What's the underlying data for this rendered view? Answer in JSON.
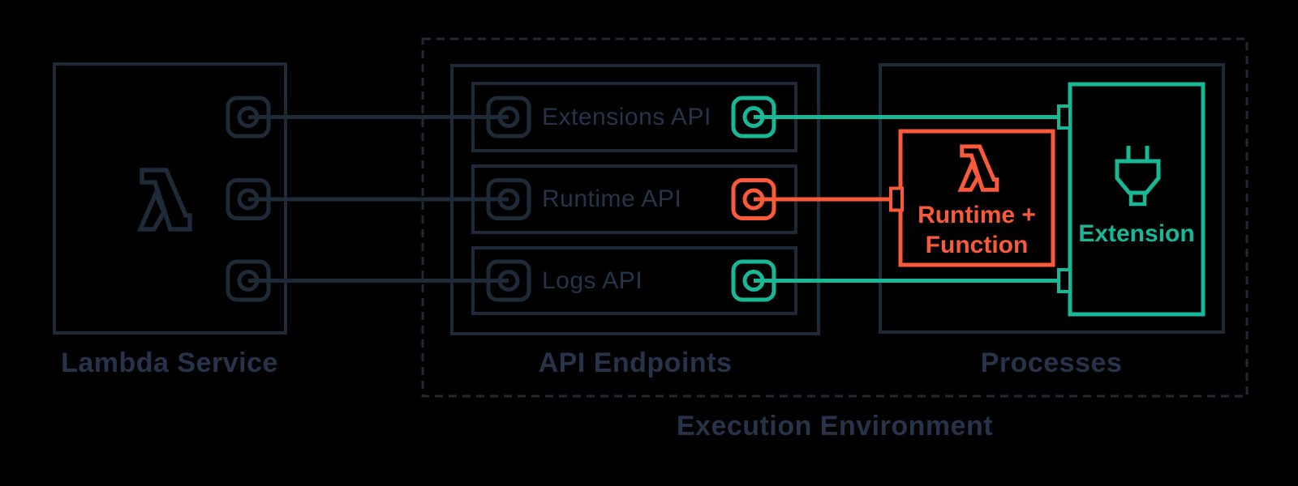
{
  "colors": {
    "background": "#000000",
    "line": "#1F2A39",
    "text": "#263349",
    "teal": "#18B897",
    "orange": "#FA5A3A"
  },
  "lambda_service": {
    "label": "Lambda Service",
    "icon": "lambda-icon",
    "ports": 3
  },
  "execution_environment": {
    "label": "Execution Environment"
  },
  "api_endpoints": {
    "label": "API Endpoints",
    "rows": [
      {
        "label": "Extensions API",
        "in_port_color": "#1F2A39",
        "out_port_color": "#18B897"
      },
      {
        "label": "Runtime API",
        "in_port_color": "#1F2A39",
        "out_port_color": "#FA5A3A"
      },
      {
        "label": "Logs API",
        "in_port_color": "#1F2A39",
        "out_port_color": "#18B897"
      }
    ]
  },
  "processes": {
    "label": "Processes",
    "runtime_function": {
      "label_line1": "Runtime +",
      "label_line2": "Function",
      "icon": "lambda-icon",
      "color": "#FA5A3A"
    },
    "extension": {
      "label": "Extension",
      "icon": "plug-icon",
      "color": "#18B897"
    }
  },
  "connections": [
    {
      "from": "Lambda Service",
      "to": "Extensions API",
      "color": "#1F2A39"
    },
    {
      "from": "Lambda Service",
      "to": "Runtime API",
      "color": "#1F2A39"
    },
    {
      "from": "Lambda Service",
      "to": "Logs API",
      "color": "#1F2A39"
    },
    {
      "from": "Extensions API",
      "to": "Extension",
      "color": "#18B897"
    },
    {
      "from": "Runtime API",
      "to": "Runtime + Function",
      "color": "#FA5A3A"
    },
    {
      "from": "Logs API",
      "to": "Extension",
      "color": "#18B897"
    }
  ]
}
